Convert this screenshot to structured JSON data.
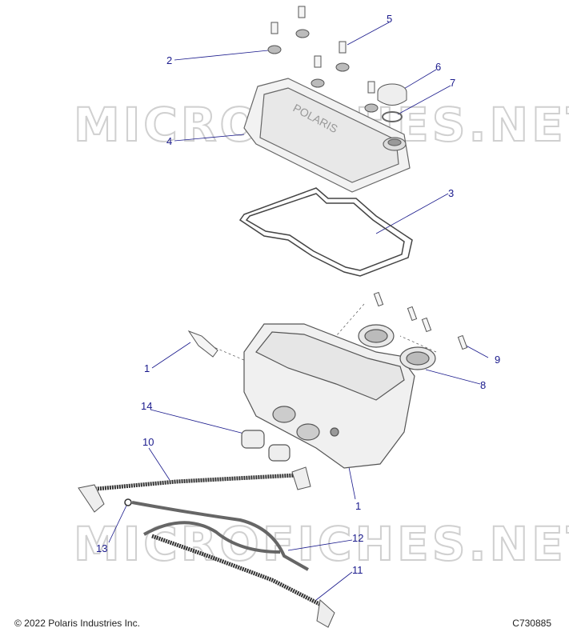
{
  "watermark": "MICROFICHES.NET",
  "callouts": [
    "1",
    "1",
    "2",
    "3",
    "4",
    "5",
    "6",
    "7",
    "8",
    "9",
    "10",
    "11",
    "12",
    "13",
    "14"
  ],
  "footer": {
    "copyright": "© 2022 Polaris Industries Inc.",
    "figure_id": "C730885"
  }
}
